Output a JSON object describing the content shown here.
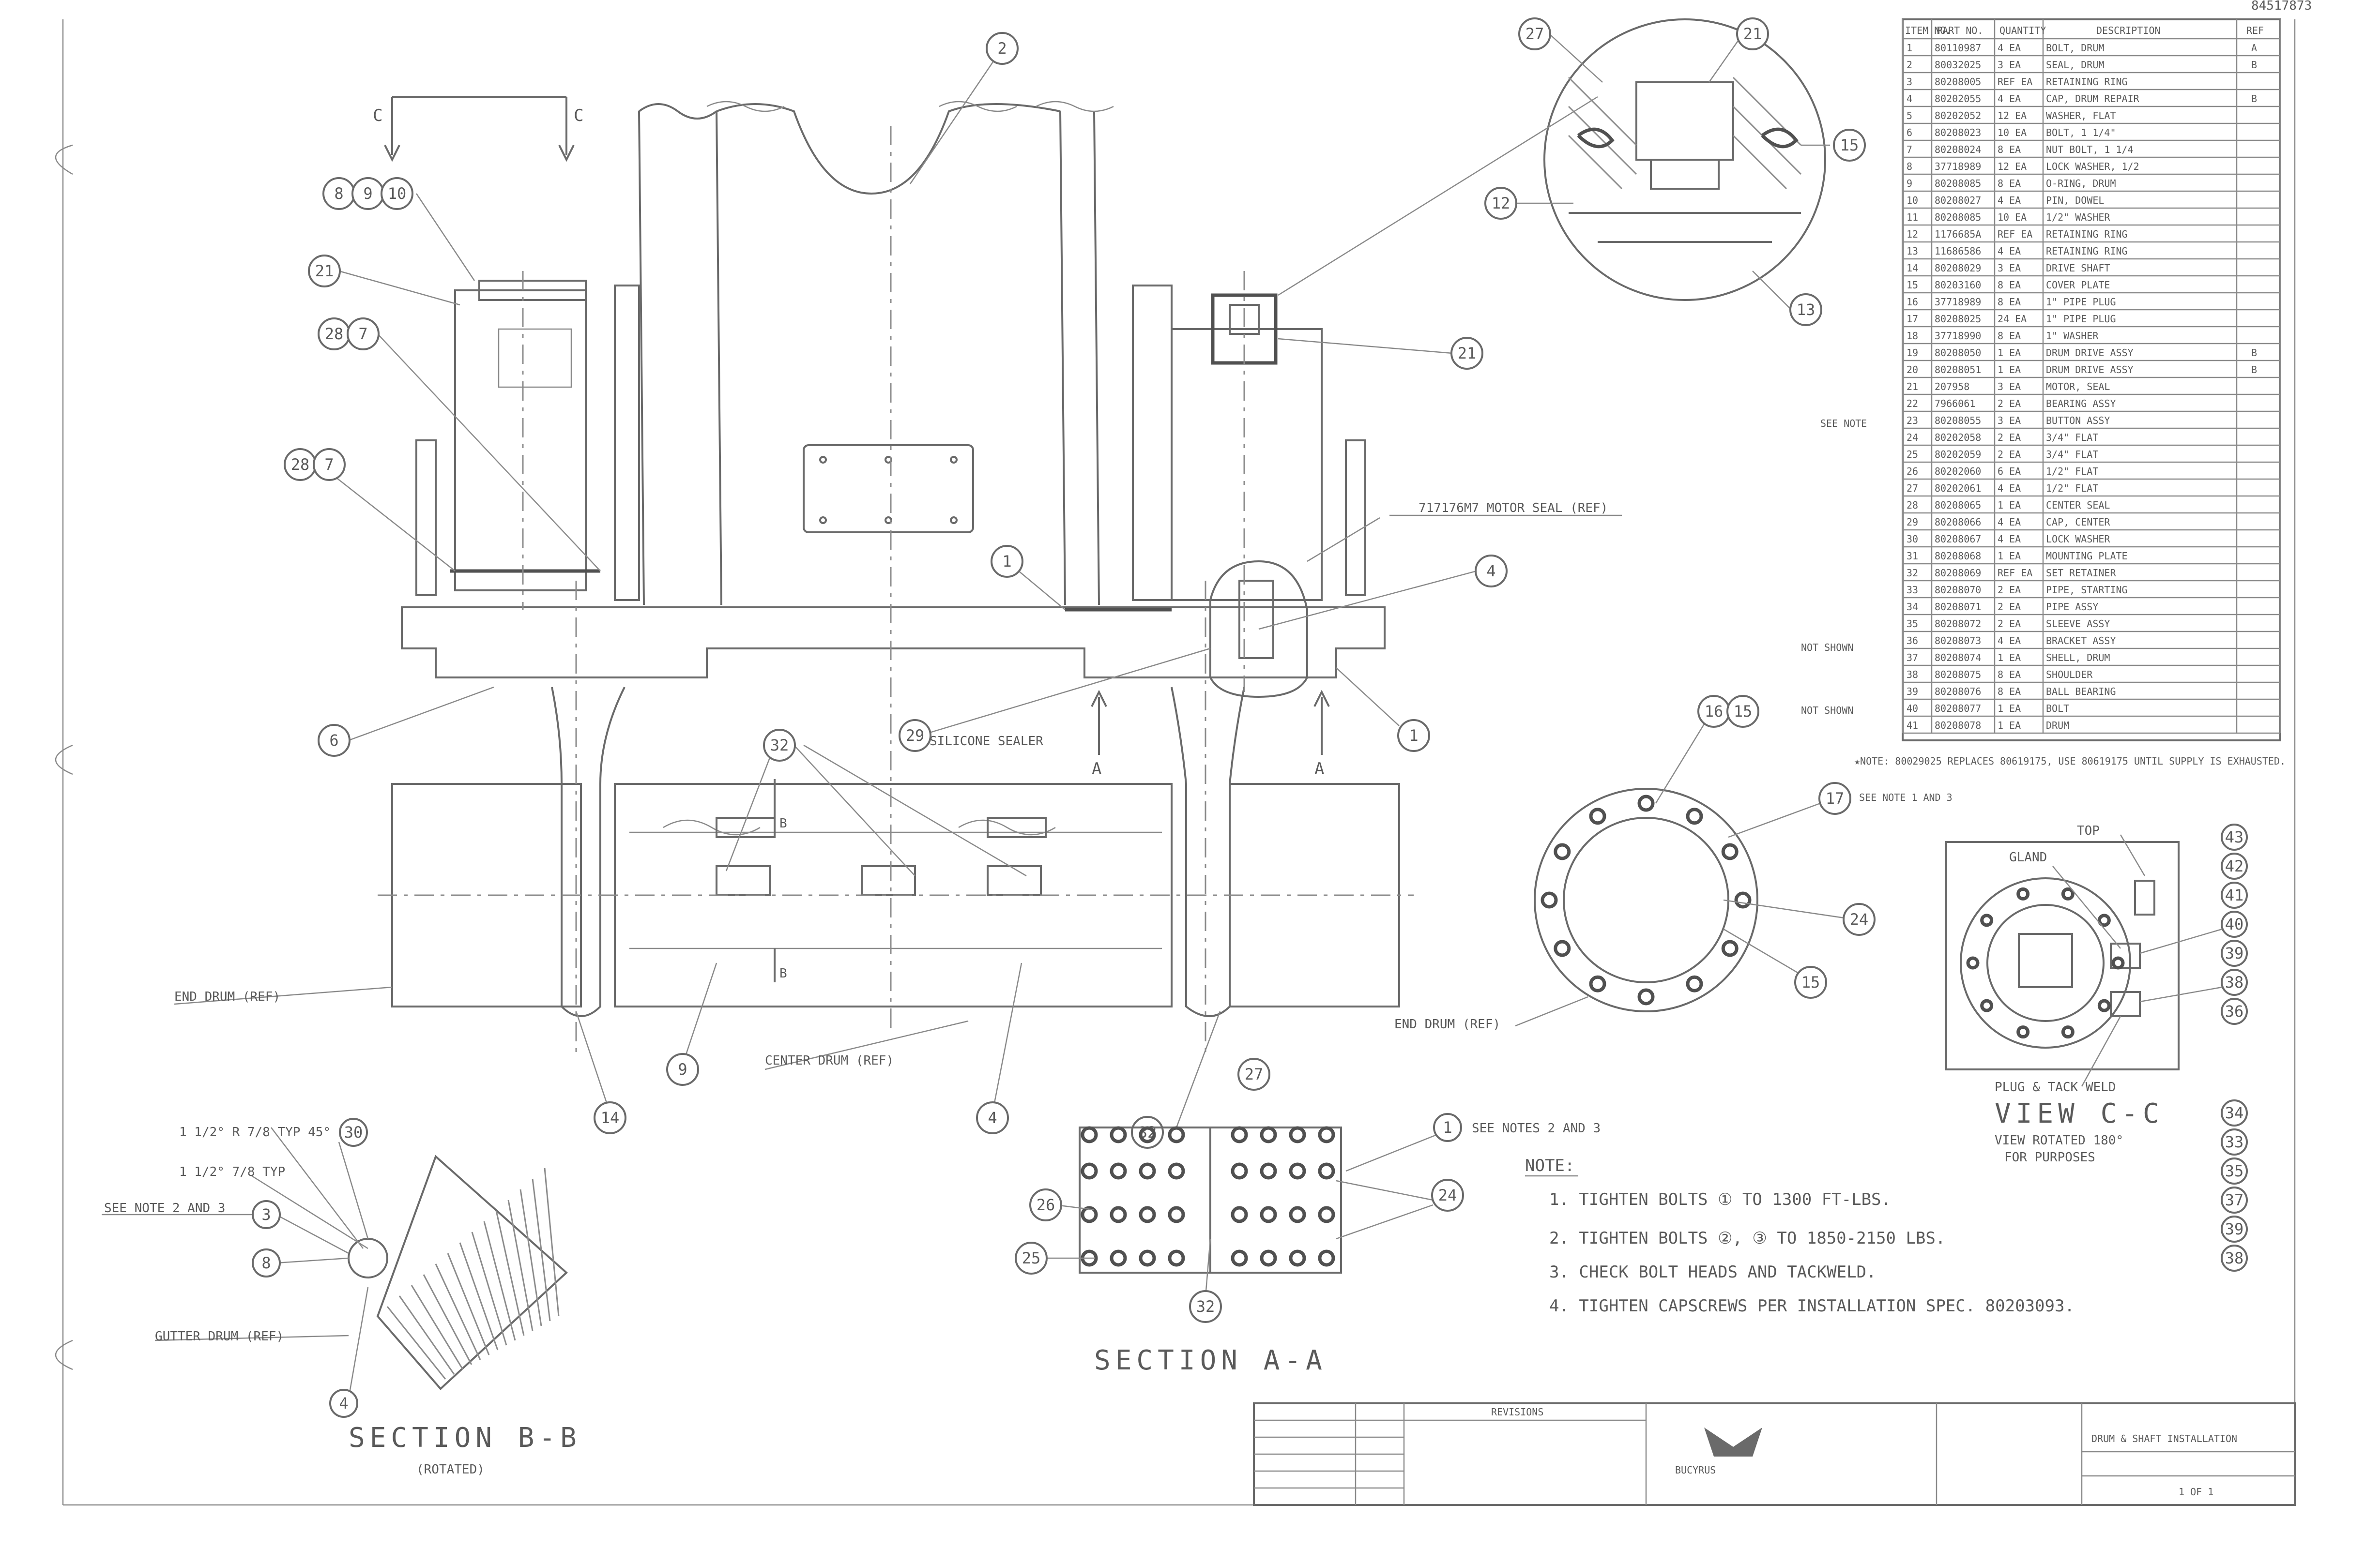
{
  "drawing_number": "84517873",
  "section_cc_marks": [
    "C",
    "C"
  ],
  "section_aa_marks": [
    "A",
    "A"
  ],
  "section_bb_marks": [
    "B",
    "B"
  ],
  "callouts_main": [
    "2",
    "8",
    "9",
    "10",
    "21",
    "28",
    "7",
    "28",
    "7",
    "6",
    "1",
    "4",
    "1",
    "32",
    "9",
    "4",
    "29",
    "14",
    "27",
    "21",
    "12",
    "13",
    "16",
    "15",
    "17",
    "26",
    "25",
    "24"
  ],
  "labels": {
    "motor_seal": "717176M7 MOTOR SEAL (REF)",
    "silicone_sealer": "SILICONE SEALER",
    "end_drum_left": "END DRUM (REF)",
    "center_drum": "CENTER DRUM (REF)",
    "end_drum_right": "END DRUM (REF)",
    "see_notes": "SEE NOTES 2 AND 3",
    "see_notes_b": "SEE NOTE 2 AND 3",
    "gutter_drum": "GUTTER DRUM (REF)",
    "fig_a": "1 1/2° R 7/8 TYP 45°",
    "fig_b": "1 1/2° 7/8 TYP",
    "top": "TOP",
    "plug_weld": "PLUG & TACK WELD",
    "gland": "GLAND",
    "not_shown_1": "NOT SHOWN",
    "not_shown_2": "NOT SHOWN",
    "see_note": "SEE NOTE",
    "note_star": "★NOTE: 80029025 REPLACES 80619175, USE 80619175 UNTIL SUPPLY IS EXHAUSTED.",
    "see_note_1_3": "SEE NOTE 1 AND 3"
  },
  "views": {
    "section_aa": "SECTION A-A",
    "section_bb": "SECTION B-B",
    "section_bb_scale": "(ROTATED)",
    "view_cc": "VIEW C-C",
    "view_cc_sub1": "VIEW ROTATED 180°",
    "view_cc_sub2": "FOR PURPOSES"
  },
  "notes": {
    "heading": "NOTE:",
    "items": [
      "1. TIGHTEN BOLTS ① TO 1300 FT-LBS.",
      "2. TIGHTEN BOLTS ②, ③ TO 1850-2150 LBS.",
      "3. CHECK BOLT HEADS AND TACKWELD.",
      "4. TIGHTEN CAPSCREWS PER INSTALLATION SPEC. 80203093."
    ]
  },
  "bom": {
    "headers": [
      "ITEM NO.",
      "PART NO.",
      "QUANTITY",
      "DESCRIPTION",
      "REF"
    ],
    "rows": [
      [
        "1",
        "80110987",
        "4",
        "EA",
        "BOLT, DRUM",
        "A"
      ],
      [
        "2",
        "80032025",
        "3",
        "EA",
        "SEAL, DRUM",
        "B"
      ],
      [
        "3",
        "80208005",
        "REF",
        "EA",
        "RETAINING RING",
        ""
      ],
      [
        "4",
        "80202055",
        "4",
        "EA",
        "CAP, DRUM REPAIR",
        "B"
      ],
      [
        "5",
        "80202052",
        "12",
        "EA",
        "WASHER, FLAT",
        ""
      ],
      [
        "6",
        "80208023",
        "10",
        "EA",
        "BOLT, 1 1/4\"",
        ""
      ],
      [
        "7",
        "80208024",
        "8",
        "EA",
        "NUT BOLT, 1 1/4",
        ""
      ],
      [
        "8",
        "37718989",
        "12",
        "EA",
        "LOCK WASHER, 1/2",
        ""
      ],
      [
        "9",
        "80208085",
        "8",
        "EA",
        "O-RING, DRUM",
        ""
      ],
      [
        "10",
        "80208027",
        "4",
        "EA",
        "PIN, DOWEL",
        ""
      ],
      [
        "11",
        "80208085",
        "10",
        "EA",
        "1/2\" WASHER",
        ""
      ],
      [
        "12",
        "1176685A",
        "REF",
        "EA",
        "RETAINING RING",
        ""
      ],
      [
        "13",
        "11686586",
        "4",
        "EA",
        "RETAINING RING",
        ""
      ],
      [
        "14",
        "80208029",
        "3",
        "EA",
        "DRIVE SHAFT",
        ""
      ],
      [
        "15",
        "80203160",
        "8",
        "EA",
        "COVER PLATE",
        ""
      ],
      [
        "16",
        "37718989",
        "8",
        "EA",
        "1\" PIPE PLUG",
        ""
      ],
      [
        "17",
        "80208025",
        "24",
        "EA",
        "1\" PIPE PLUG",
        ""
      ],
      [
        "18",
        "37718990",
        "8",
        "EA",
        "1\" WASHER",
        ""
      ],
      [
        "19",
        "80208050",
        "1",
        "EA",
        "DRUM DRIVE ASSY",
        "B"
      ],
      [
        "20",
        "80208051",
        "1",
        "EA",
        "DRUM DRIVE ASSY",
        "B"
      ],
      [
        "21",
        "207958",
        "3",
        "EA",
        "MOTOR, SEAL",
        ""
      ],
      [
        "22",
        "7966061",
        "2",
        "EA",
        "BEARING ASSY",
        ""
      ],
      [
        "23",
        "80208055",
        "3",
        "EA",
        "BUTTON ASSY",
        ""
      ],
      [
        "24",
        "80202058",
        "2",
        "EA",
        "3/4\" FLAT",
        ""
      ],
      [
        "25",
        "80202059",
        "2",
        "EA",
        "3/4\" FLAT",
        ""
      ],
      [
        "26",
        "80202060",
        "6",
        "EA",
        "1/2\" FLAT",
        ""
      ],
      [
        "27",
        "80202061",
        "4",
        "EA",
        "1/2\" FLAT",
        ""
      ],
      [
        "28",
        "80208065",
        "1",
        "EA",
        "CENTER SEAL",
        ""
      ],
      [
        "29",
        "80208066",
        "4",
        "EA",
        "CAP, CENTER",
        ""
      ],
      [
        "30",
        "80208067",
        "4",
        "EA",
        "LOCK WASHER",
        ""
      ],
      [
        "31",
        "80208068",
        "1",
        "EA",
        "MOUNTING PLATE",
        ""
      ],
      [
        "32",
        "80208069",
        "REF",
        "EA",
        "SET RETAINER",
        ""
      ],
      [
        "33",
        "80208070",
        "2",
        "EA",
        "PIPE, STARTING",
        ""
      ],
      [
        "34",
        "80208071",
        "2",
        "EA",
        "PIPE ASSY",
        ""
      ],
      [
        "35",
        "80208072",
        "2",
        "EA",
        "SLEEVE ASSY",
        ""
      ],
      [
        "36",
        "80208073",
        "4",
        "EA",
        "BRACKET ASSY",
        ""
      ],
      [
        "37",
        "80208074",
        "1",
        "EA",
        "SHELL, DRUM",
        ""
      ],
      [
        "38",
        "80208075",
        "8",
        "EA",
        "SHOULDER",
        ""
      ],
      [
        "39",
        "80208076",
        "8",
        "EA",
        "BALL BEARING",
        ""
      ],
      [
        "40",
        "80208077",
        "1",
        "EA",
        "BOLT",
        ""
      ],
      [
        "41",
        "80208078",
        "1",
        "EA",
        "DRUM",
        ""
      ]
    ]
  },
  "title_block": {
    "company": "BUCYRUS",
    "revision_heading": "REVISIONS",
    "title": "DRUM & SHAFT INSTALLATION",
    "sheet": "1 OF 1"
  },
  "view_cc_callouts": [
    "43",
    "42",
    "41",
    "40",
    "39",
    "38",
    "36",
    "34",
    "33",
    "35",
    "37",
    "39",
    "38"
  ]
}
